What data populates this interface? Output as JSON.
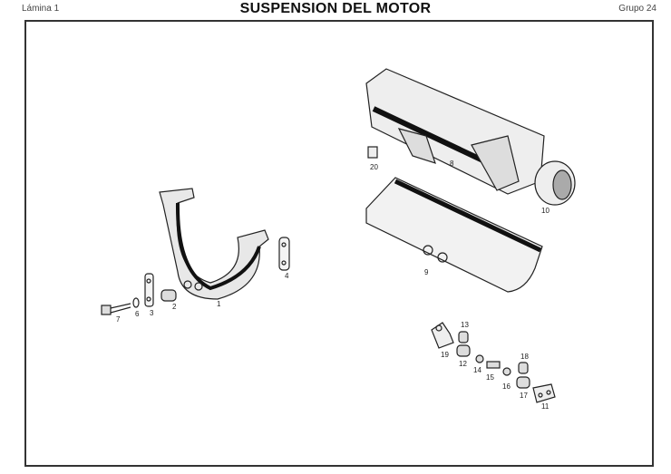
{
  "header": {
    "plate": "Lámina 1",
    "title": "SUSPENSION DEL MOTOR",
    "group": "Grupo 24"
  },
  "parts": [
    {
      "id": "1",
      "label": "1"
    },
    {
      "id": "2",
      "label": "2"
    },
    {
      "id": "3",
      "label": "3"
    },
    {
      "id": "4",
      "label": "4"
    },
    {
      "id": "6",
      "label": "6"
    },
    {
      "id": "7",
      "label": "7"
    },
    {
      "id": "8",
      "label": "8"
    },
    {
      "id": "9",
      "label": "9"
    },
    {
      "id": "10",
      "label": "10"
    },
    {
      "id": "11",
      "label": "11"
    },
    {
      "id": "12",
      "label": "12"
    },
    {
      "id": "13",
      "label": "13"
    },
    {
      "id": "14",
      "label": "14"
    },
    {
      "id": "15",
      "label": "15"
    },
    {
      "id": "16",
      "label": "16"
    },
    {
      "id": "17",
      "label": "17"
    },
    {
      "id": "18",
      "label": "18"
    },
    {
      "id": "19",
      "label": "19"
    },
    {
      "id": "20",
      "label": "20"
    }
  ]
}
